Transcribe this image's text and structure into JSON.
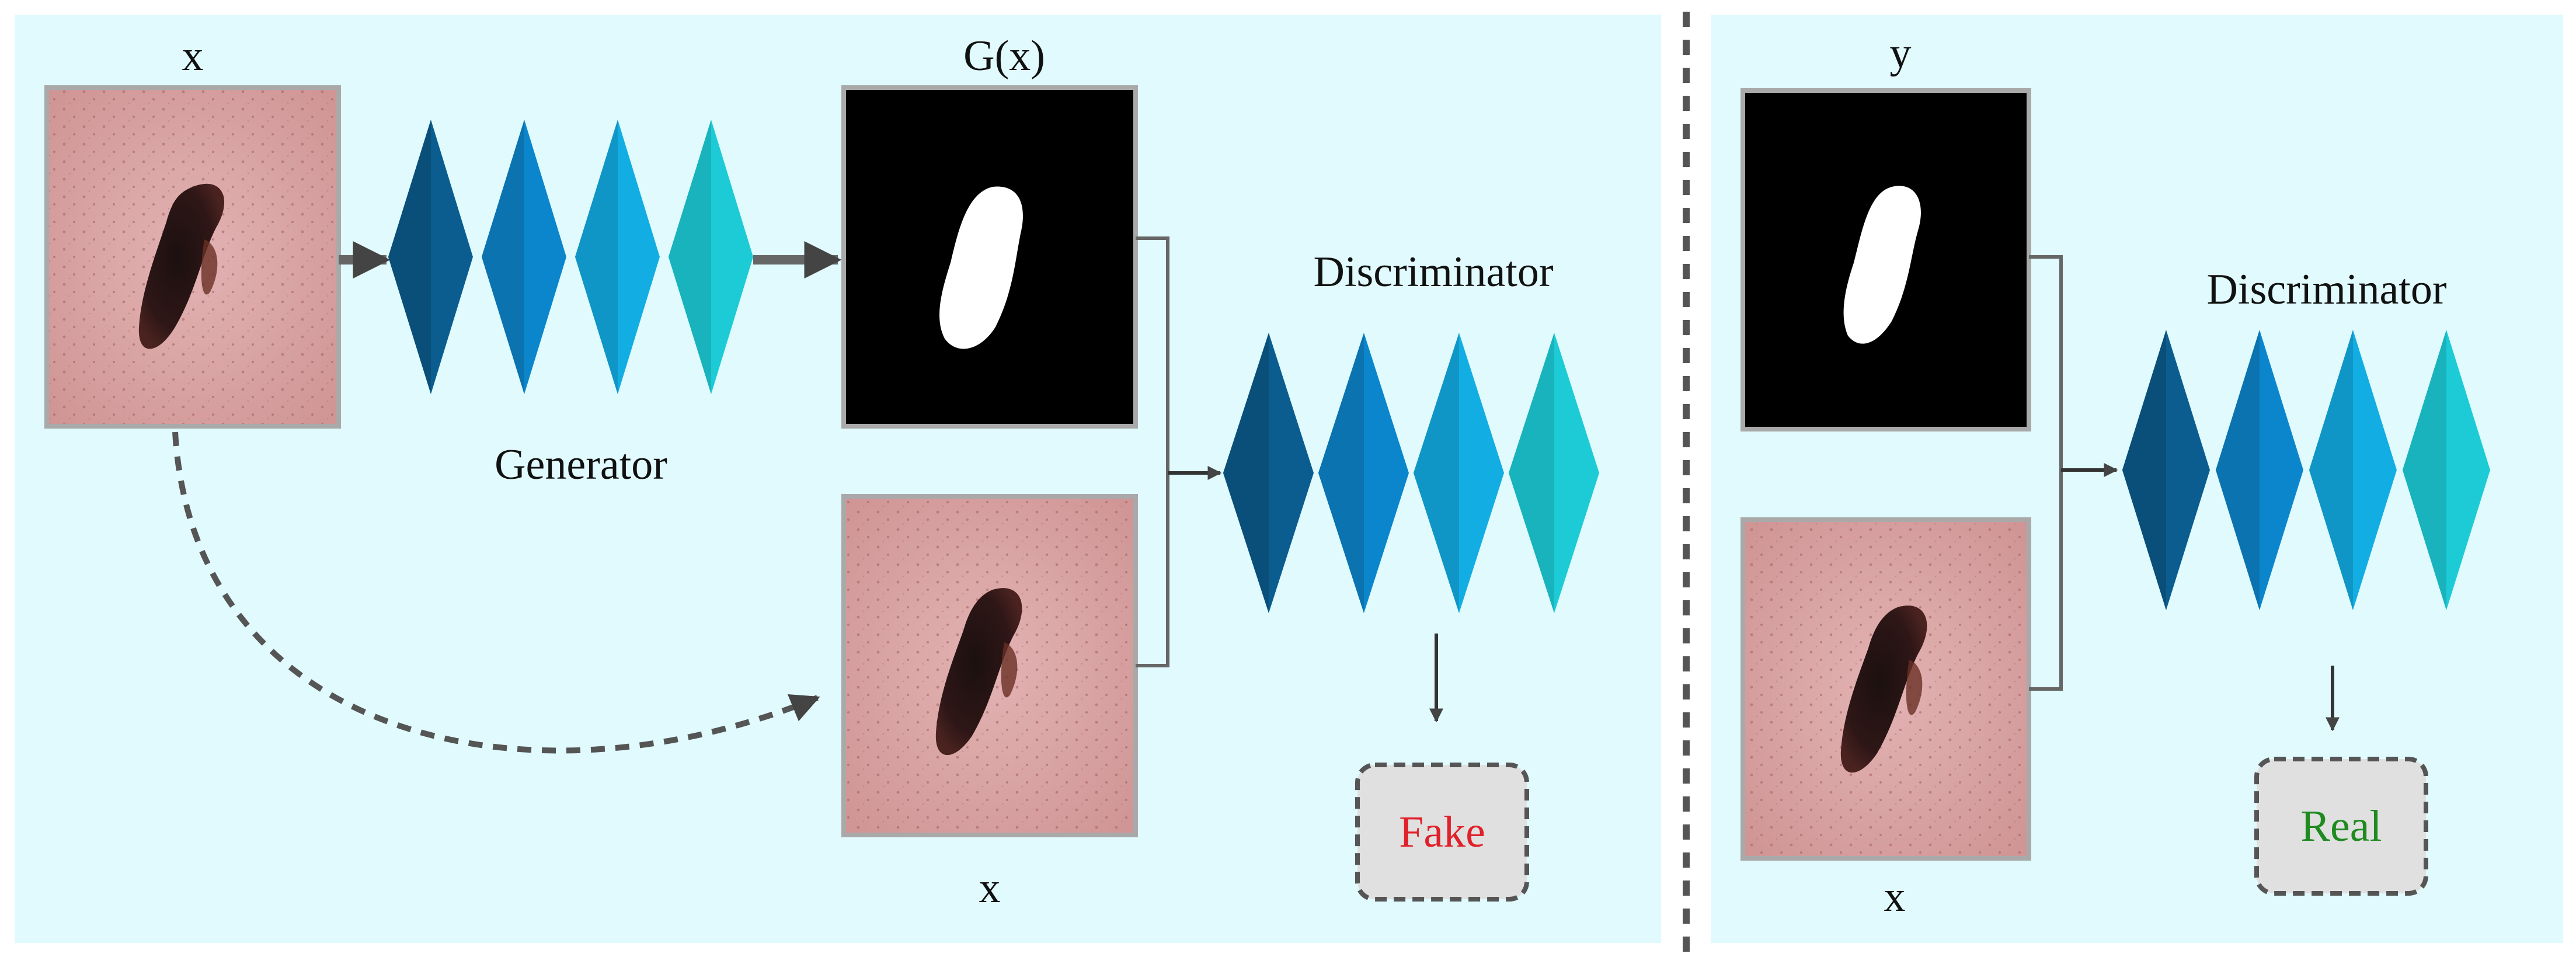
{
  "left_panel": {
    "input_label_top": "x",
    "generator_output_label": "G(x)",
    "generator_label": "Generator",
    "discriminator_label": "Discriminator",
    "input_label_bottom": "x",
    "result_label": "Fake"
  },
  "right_panel": {
    "ground_truth_label": "y",
    "input_label": "x",
    "discriminator_label": "Discriminator",
    "result_label": "Real"
  },
  "colors": {
    "panel_bg": "#e0fafd",
    "block_1": "#0b5d8f",
    "block_2": "#0b86cc",
    "block_3": "#12ade2",
    "block_4": "#1ccbd6",
    "fake_text": "#e0202a",
    "real_text": "#1f8a1f",
    "result_box_bg": "#e0e0e0",
    "arrow": "#555555"
  },
  "icons": [
    "skin-lesion-image",
    "segmentation-mask-image",
    "network-block-stack",
    "arrow"
  ]
}
